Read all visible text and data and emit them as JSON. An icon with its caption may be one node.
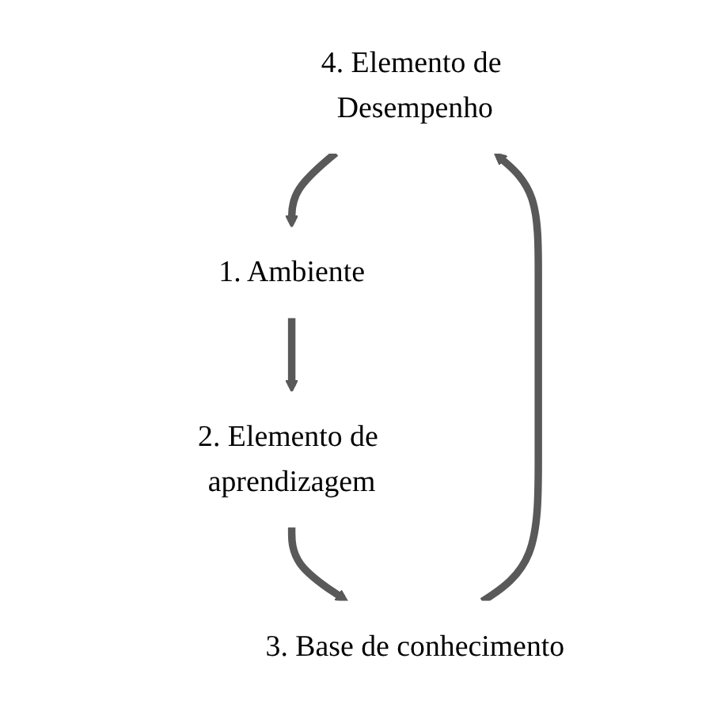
{
  "diagram": {
    "nodes": [
      {
        "text": [
          "4. Elemento de Desempenho"
        ]
      },
      {
        "text": [
          "1. Ambiente"
        ]
      },
      {
        "text": [
          "3. Base de conhecimento"
        ]
      },
      {
        "text": [
          "2. Elemento de aprendizagem"
        ]
      }
    ],
    "edges": [
      {
        "from": 0,
        "to": 1,
        "arrow": "to"
      },
      {
        "from": 1,
        "to": 3,
        "arrow": "to"
      },
      {
        "from": 3,
        "to": 2,
        "arrow": "to"
      },
      {
        "from": 2,
        "to": 0,
        "arrow": "to"
      }
    ]
  }
}
